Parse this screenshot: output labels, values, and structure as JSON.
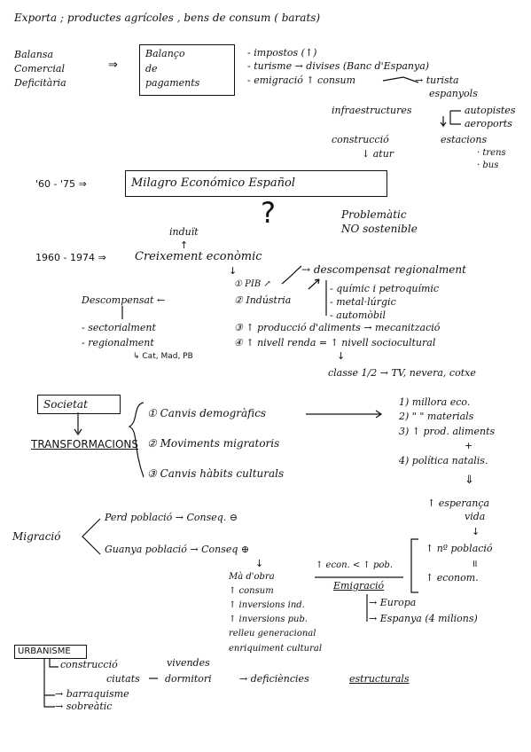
{
  "lines": {
    "l1": "Exporta ; productes agrícoles , bens de consum ( barats)",
    "balansa_1": "Balansa",
    "balansa_2": "Comercial",
    "balansa_3": "Deficitària",
    "arrow_1": "⇒",
    "box_1": "Balanço",
    "box_2": "de",
    "box_3": "pagaments",
    "imp": "- impostos (↑)",
    "tur": "- turisme → divises (Banc d'Espanya)",
    "emi": "- emigració ↑ consum",
    "turista_1": "→ turista",
    "turista_2": "espanyols",
    "infra": "infraestructures",
    "auto": "autopistes",
    "aero": "aeroports",
    "cons": "construcció",
    "atur": "↓ atur",
    "estac": "estacions",
    "trens": "· trens",
    "bus": "· bus",
    "period": "'60 - '75 ⇒",
    "milagro": "Milagro Económico Español",
    "qmark": "?",
    "problem_1": "Problemàtic",
    "problem_2": "NO sostenible",
    "induit": "induït",
    "induit_arrow": "↑",
    "years": "1960 - 1974 ⇒",
    "creix": "Creixement econòmic",
    "down1": "↓",
    "pib": "① PIB ↗",
    "desc_reg": "→ descompensat regionalment",
    "indus": "② Indústria",
    "desc": "Descompensat ←",
    "quim": "- químic i petroquímic",
    "metal": "- metal·lúrgic",
    "automob": "- automòbil",
    "down2": "↓",
    "sector": "- sectorialment",
    "prod": "③ ↑ producció d'aliments → mecanització",
    "region": "- regionalment",
    "renda": "④ ↑ nivell renda = ↑ nivell sociocultural",
    "regions": "↳ Cat, Mad, PB",
    "down3": "↓",
    "classe": "classe 1/2 → TV, nevera, cotxe",
    "societat": "Societat",
    "transf": "TRANSFORMACIONS",
    "c1": "① Canvis demogràfics",
    "c2": "② Moviments migratoris",
    "c3": "③ Canvis hàbits culturals",
    "m1": "1) millora eco.",
    "m2": "2) \" \" materials",
    "m3": "3) ↑ prod. aliments",
    "plus": "+",
    "m4": "4) política natalis.",
    "dblarrow": "⇓",
    "esper_1": "↑ esperança",
    "esper_2": "vida",
    "down4": "↓",
    "migr": "Migració",
    "perd": "Perd població → Conseq. ⊖",
    "guanya": "Guanya població → Conseq ⊕",
    "down5": "↓",
    "ma": "Mà d'obra",
    "consum": "↑ consum",
    "inv1": "↑ inversions ind.",
    "inv2": "↑ inversions pub.",
    "relleu": "relleu generacional",
    "enriq": "enriquiment cultural",
    "econ": "↑ econ. < ↑ pob.",
    "emig": "Emigració",
    "europa": "→ Europa",
    "espanya": "→ Espanya (4 milions)",
    "npob": "↑ nº població",
    "eq": "॥",
    "econom": "↑ econom.",
    "urban": "URBANISME",
    "constr": "construcció",
    "viv": "vivendes",
    "ciutats": "ciutats",
    "dorm": "dormitori",
    "defic": "→ deficiències",
    "estruct": "estructurals",
    "barr": "→ barraquisme",
    "sobre": "→ sobreàtic"
  }
}
